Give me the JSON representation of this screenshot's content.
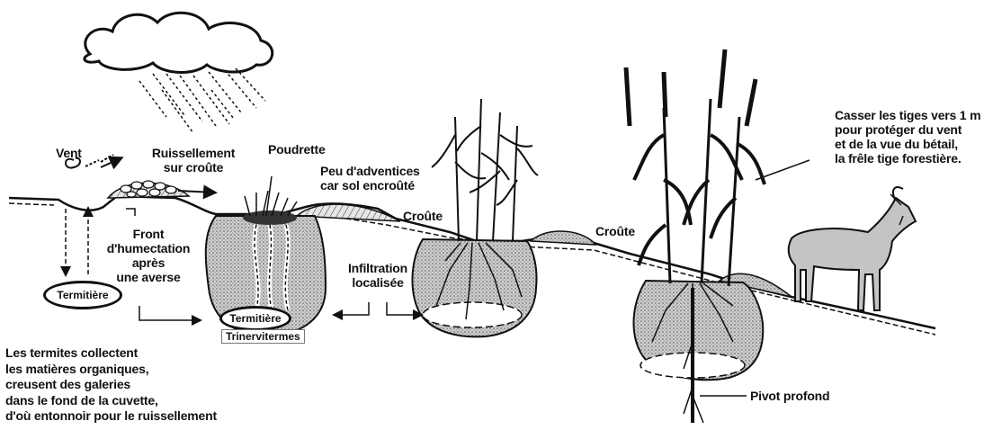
{
  "labels": {
    "vent": "Vent",
    "ruissellement": "Ruissellement\nsur croûte",
    "poudrette": "Poudrette",
    "adventices": "Peu d'adventices\ncar sol encroûté",
    "croute1": "Croûte",
    "croute2": "Croûte",
    "casser": "Casser les tiges vers 1 m\npour protéger du vent\net de la vue du bétail,\nla frêle tige forestière.",
    "front": "Front\nd'humectation\naprès\nune averse",
    "infiltration": "Infiltration\nlocalisée",
    "termitiere_left": "Termitière",
    "termitiere_pit": "Termitière",
    "trinervitermes": "Trinervitermes",
    "termites_text": "Les termites collectent\nles matières organiques,\ncreusent des galeries\ndans le fond de la cuvette,\nd'où entonnoir pour le ruissellement",
    "pivot": "Pivot profond"
  },
  "colors": {
    "ink": "#111111",
    "pit_fill": "#bdbdbd",
    "crust_fill": "#d6d6d6",
    "goat_fill": "#c4c4c4"
  }
}
